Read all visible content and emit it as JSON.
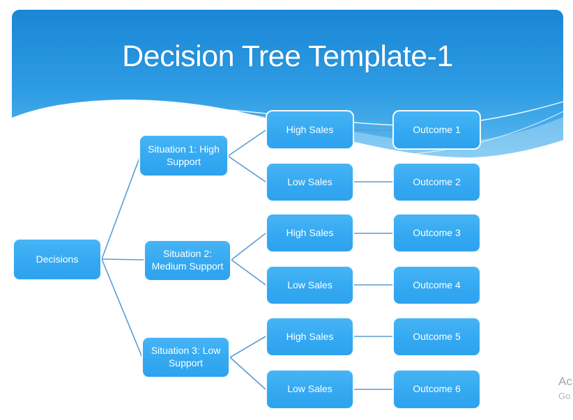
{
  "slide": {
    "title": "Decision Tree Template-1"
  },
  "colors": {
    "node_fill": "#38ACF2",
    "node_text": "#FFFFFF",
    "connector": "#5B9BD5",
    "header_gradient_top": "#1A86D6",
    "header_gradient_bottom": "#7BC9F4",
    "wave": "#FFFFFF"
  },
  "tree": {
    "root": {
      "label": "Decisions"
    },
    "situations": [
      {
        "label": "Situation 1: High Support",
        "branches": [
          {
            "label": "High Sales",
            "outcome": "Outcome 1"
          },
          {
            "label": "Low Sales",
            "outcome": "Outcome 2"
          }
        ]
      },
      {
        "label": "Situation 2: Medium Support",
        "branches": [
          {
            "label": "High Sales",
            "outcome": "Outcome 3"
          },
          {
            "label": "Low Sales",
            "outcome": "Outcome 4"
          }
        ]
      },
      {
        "label": "Situation 3: Low Support",
        "branches": [
          {
            "label": "High Sales",
            "outcome": "Outcome 5"
          },
          {
            "label": "Low Sales",
            "outcome": "Outcome 6"
          }
        ]
      }
    ]
  },
  "watermark": {
    "line1": "Ac",
    "line2": "Go"
  }
}
